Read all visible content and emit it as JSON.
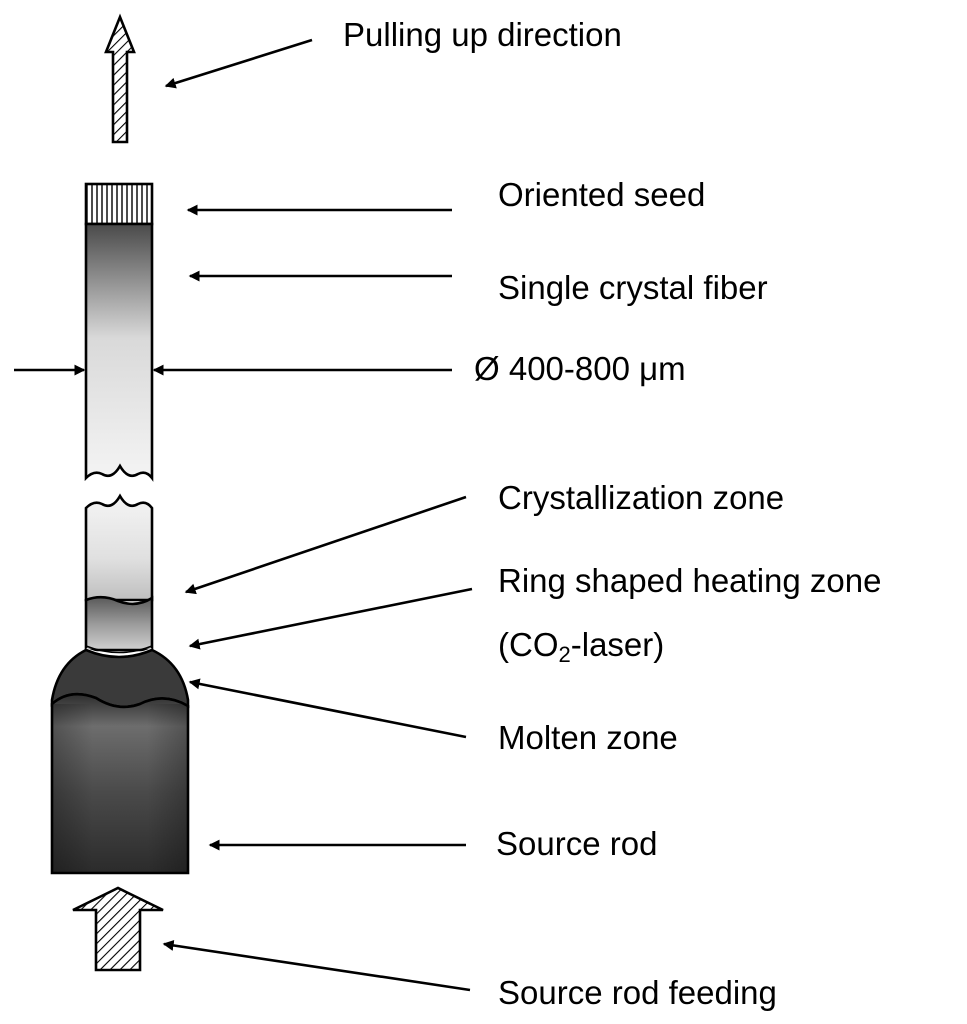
{
  "labels": {
    "pulling_up": "Pulling up direction",
    "oriented_seed": "Oriented seed",
    "single_crystal_fiber": "Single crystal fiber",
    "diameter": "Ø 400-800 μm",
    "crystallization_zone": "Crystallization zone",
    "heating_zone_line1": "Ring shaped heating zone",
    "heating_zone_line2_a": "(CO",
    "heating_zone_line2_sub": "2",
    "heating_zone_line2_b": "-laser)",
    "molten_zone": "Molten zone",
    "source_rod": "Source rod",
    "source_rod_feeding": "Source rod feeding"
  },
  "colors": {
    "ink": "#000000",
    "dark_gray": "#3a3a3a",
    "light_gray": "#f2f2f2"
  }
}
